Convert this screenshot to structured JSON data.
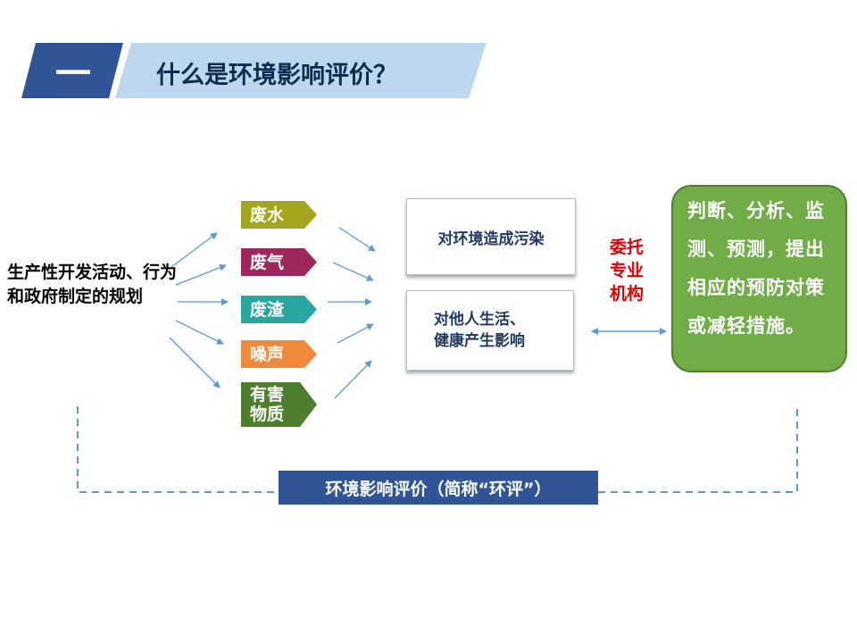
{
  "header": {
    "section_number": "一",
    "title": "什么是环境影响评价？"
  },
  "left_label": "生产性开发活动、行为和政府制定的规划",
  "pollutants": [
    {
      "label": "废水",
      "color": "#a4a61b"
    },
    {
      "label": "废气",
      "color": "#a0275d"
    },
    {
      "label": "废渣",
      "color": "#2aa6a0"
    },
    {
      "label": "噪声",
      "color": "#f0893a"
    },
    {
      "label": "有害物质",
      "color": "#4e7f2e"
    }
  ],
  "effects": {
    "pollution": "对环境造成污染",
    "health_line1": "对他人生活、",
    "health_line2": "健康产生影响"
  },
  "entrust": {
    "line1": "委托",
    "line2": "专业",
    "line3": "机构"
  },
  "result": "判断、分析、监测、预测，提出相应的预防对策或减轻措施。",
  "bottom_label": "环境影响评价（简称“环评”）",
  "colors": {
    "header_dark": "#2f5597",
    "header_light": "#bdd7ee",
    "arrow": "#5b9bd5",
    "dashed": "#5b9bd5",
    "entrust_text": "#e00000",
    "result_bg": "#70ad47"
  }
}
